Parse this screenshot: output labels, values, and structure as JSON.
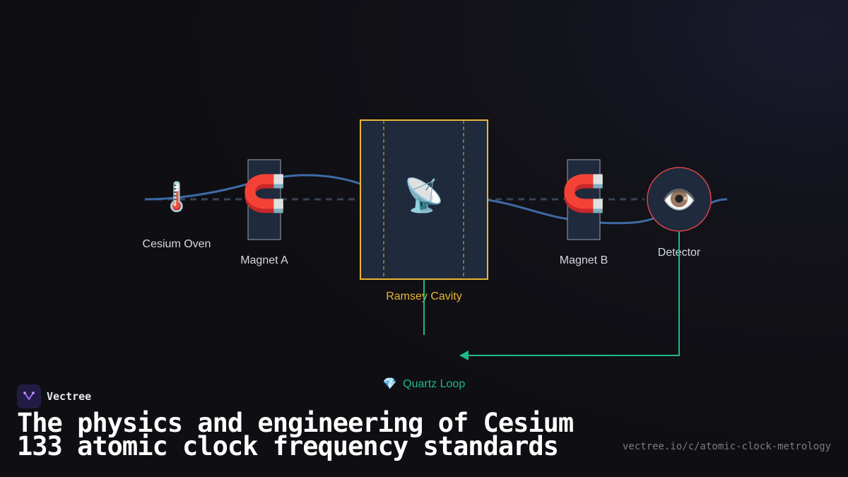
{
  "diagram": {
    "components": [
      {
        "id": "oven",
        "label": "Cesium Oven",
        "icon": "thermometer-icon",
        "glyph": "🌡️"
      },
      {
        "id": "magnet_a",
        "label": "Magnet A",
        "icon": "magnet-icon",
        "glyph": "🧲"
      },
      {
        "id": "cavity",
        "label": "Ramsey Cavity",
        "icon": "satellite-dish-icon",
        "glyph": "📡"
      },
      {
        "id": "magnet_b",
        "label": "Magnet B",
        "icon": "magnet-icon",
        "glyph": "🧲"
      },
      {
        "id": "detector",
        "label": "Detector",
        "icon": "eye-icon",
        "glyph": "👁️"
      }
    ],
    "feedback": {
      "label": "Quartz Loop",
      "icon": "gem-icon",
      "glyph": "💎"
    },
    "colors": {
      "beam_path": "#3f6aa6",
      "beam_axis": "#3a4457",
      "box_fill": "#1f2a3c",
      "box_stroke": "#9aa4b2",
      "cavity_accent": "#e9b533",
      "detector_accent": "#d9434a",
      "feedback": "#1fb888",
      "label": "#d5d8de"
    }
  },
  "brand": {
    "name": "Vectree",
    "icon": "vectree-logo-icon"
  },
  "title": "The physics and engineering of Cesium 133 atomic clock frequency standards",
  "url": "vectree.io/c/atomic-clock-metrology"
}
